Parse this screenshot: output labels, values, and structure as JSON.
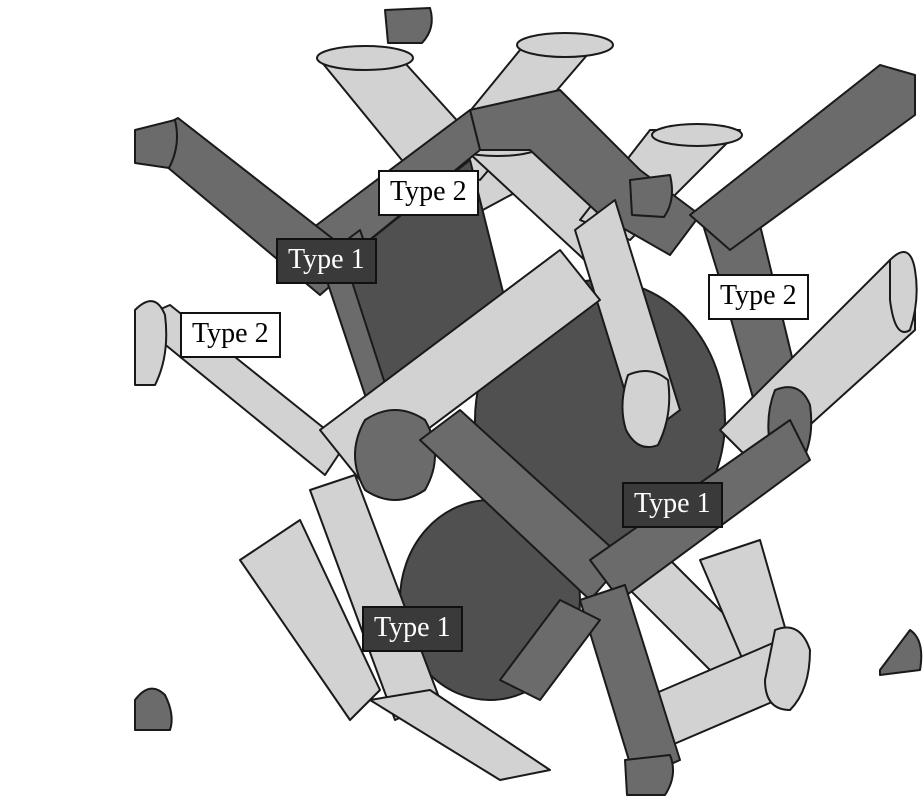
{
  "labels": {
    "top_type2": "Type 2",
    "top_type1": "Type 1",
    "left_type2": "Type 2",
    "right_type2": "Type 2",
    "center_type1": "Type 1",
    "bottom_type1": "Type 1"
  }
}
